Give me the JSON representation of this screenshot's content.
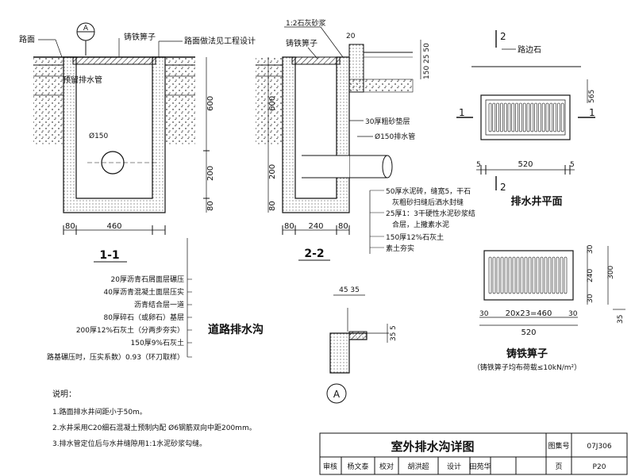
{
  "section_a": {
    "label_road_surface": "路面",
    "label_grate": "铸铁箅子",
    "label_pavement_note": "路面做法见工程设计",
    "label_pipe": "预留排水管",
    "label_pipe_dia": "Ø150",
    "dim_600": "600",
    "dim_200": "200",
    "dim_80": "80",
    "dim_bottom_80": "80",
    "dim_bottom_460": "460",
    "title": "1-1",
    "detail_mark": "A"
  },
  "section_b": {
    "label_mortar": "1:2石灰砂浆",
    "label_grate": "铸铁箅子",
    "dim_20": "20",
    "dim_top": "150 25 50",
    "label_sand": "30厚粗砂垫层",
    "label_pipe": "Ø150排水管",
    "dim_600": "600",
    "dim_200": "200",
    "dim_80": "80",
    "dim_bottom_80a": "80",
    "dim_bottom_240": "240",
    "dim_bottom_80b": "80",
    "title": "2-2"
  },
  "layers_right": [
    "50厚水泥砖，缝宽5，干石",
    "灰粗砂扫缝后洒水封缝",
    "25厚1：3干硬性水泥砂浆结",
    "合层，上撒素水泥",
    "150厚12%石灰土",
    "素土夯实"
  ],
  "layers_left": [
    "20厚沥青石屑面层碾压",
    "40厚沥青混凝土面层压实",
    "沥青结合层一道",
    "80厚碎石（或卵石）基层",
    "200厚12%石灰土（分两步夯实）",
    "150厚9%石灰土",
    "路基碾压时，压实系数）0.93（环刀取样）"
  ],
  "road_title": "道路排水沟",
  "plan": {
    "curb_label": "路边石",
    "mark_2": "2",
    "mark_1": "1",
    "dim_565": "565",
    "dim_5": "5",
    "dim_520": "520",
    "title": "排水井平面"
  },
  "grate": {
    "dim_30": "30",
    "dim_240": "240",
    "dim_300": "300",
    "dim_bottom": "20x23=460",
    "dim_520": "520",
    "dim_35": "35",
    "title": "铸铁箅子",
    "subtitle": "（铸铁箅子均布荷载≤10kN/m²）"
  },
  "detail": {
    "dim_top": "45 35",
    "dim_5": "5",
    "dim_35": "35",
    "mark": "A"
  },
  "notes": {
    "heading": "说明：",
    "items": [
      "1.路面排水井间距小于50m。",
      "2.水井采用C20细石混凝土预制内配 Ø6钢筋双向中距200mm。",
      "3.排水管定位后与水井缝隙用1:1水泥砂浆勾缝。"
    ]
  },
  "title_block": {
    "drawing_title": "室外排水沟详图",
    "atlas_label": "图集号",
    "atlas_no": "07J306",
    "review_label": "审核",
    "review_name": "杨文泰",
    "check_label": "校对",
    "check_name": "胡洪超",
    "design_label": "设计",
    "design_name": "田苑华",
    "page_label": "页",
    "page_no": "P20"
  }
}
